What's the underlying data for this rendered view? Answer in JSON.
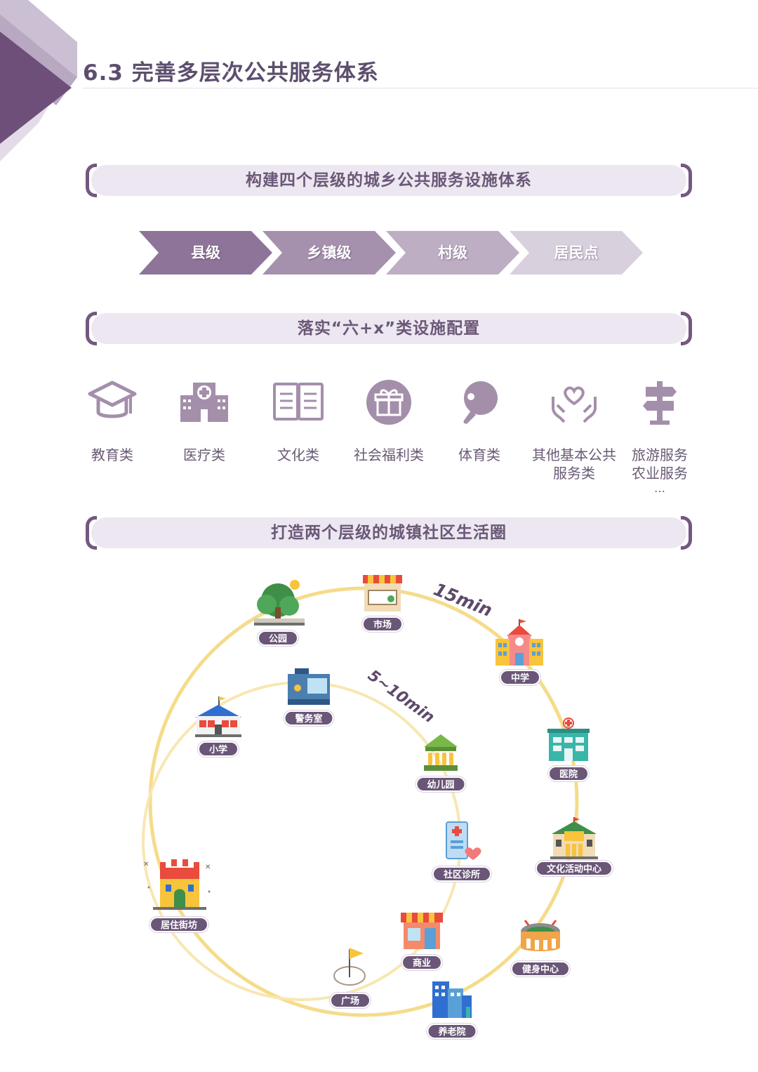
{
  "header": {
    "title": "6.3 完善多层次公共服务体系"
  },
  "banners": {
    "b1": "构建四个层级的城乡公共服务设施体系",
    "b2": "落实“六+x”类设施配置",
    "b3": "打造两个层级的城镇社区生活圈"
  },
  "levels": [
    "县级",
    "乡镇级",
    "村级",
    "居民点"
  ],
  "facilities": [
    {
      "icon": "graduation-cap-icon",
      "lines": [
        "教育类"
      ]
    },
    {
      "icon": "hospital-building-icon",
      "lines": [
        "医疗类"
      ]
    },
    {
      "icon": "open-book-icon",
      "lines": [
        "文化类"
      ]
    },
    {
      "icon": "gift-icon",
      "lines": [
        "社会福利类"
      ]
    },
    {
      "icon": "ping-pong-icon",
      "lines": [
        "体育类"
      ]
    },
    {
      "icon": "heart-hands-icon",
      "lines": [
        "其他基本公共",
        "服务类"
      ]
    },
    {
      "icon": "signpost-icon",
      "lines": [
        "旅游服务",
        "农业服务",
        "…"
      ]
    }
  ],
  "diagram": {
    "outer_time": "15min",
    "inner_time": "5~10min",
    "nodes": {
      "park": "公园",
      "market": "市场",
      "middle_school": "中学",
      "hospital": "医院",
      "culture_center": "文化活动中心",
      "fitness_center": "健身中心",
      "elderly_home": "养老院",
      "plaza": "广场",
      "commerce": "商业",
      "clinic": "社区诊所",
      "kindergarten": "幼儿园",
      "police_room": "警务室",
      "primary_school": "小学",
      "residential_block": "居住街坊"
    }
  },
  "colors": {
    "accent": "#74587f",
    "banner_bg": "#ece7f0",
    "ring": "#f5dc8a",
    "pill": "#6a5677",
    "icon_gray": "#a48fab"
  }
}
